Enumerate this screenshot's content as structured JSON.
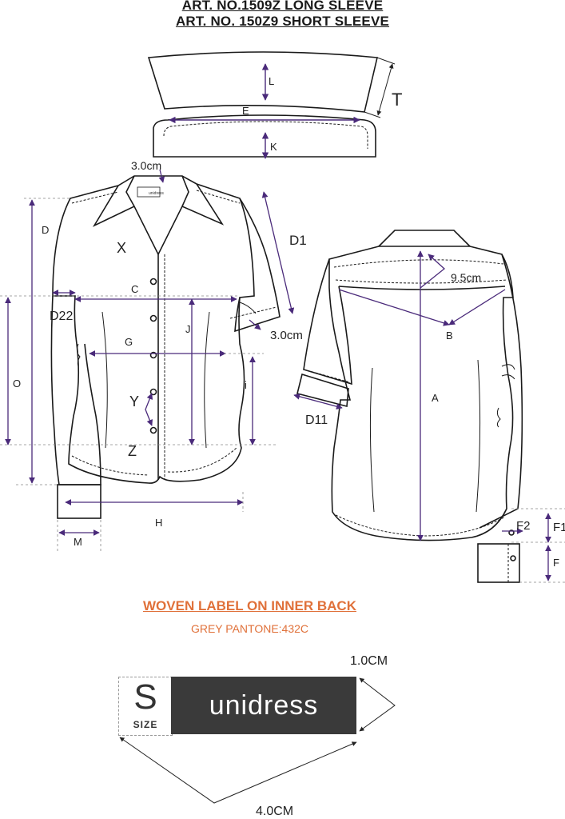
{
  "titles": {
    "line1": "ART. NO.1509Z LONG SLEEVE",
    "line2": "ART. NO. 150Z9 SHORT SLEEVE"
  },
  "points": {
    "L": "L",
    "E": "E",
    "T": "T",
    "K": "K",
    "cm30_top": "3.0cm",
    "D": "D",
    "X": "X",
    "C": "C",
    "D22": "D22",
    "D1": "D1",
    "cm30_sleeve": "3.0cm",
    "G": "G",
    "J": "J",
    "O": "O",
    "i": "i",
    "Y": "Y",
    "Z": "Z",
    "H": "H",
    "M": "M",
    "cm95": "9.5cm",
    "B": "B",
    "A": "A",
    "D11": "D11",
    "F1": "F1",
    "F2": "F2",
    "F": "F"
  },
  "collar_logo": "unidress",
  "woven": {
    "title": "WOVEN LABEL ON INNER  BACK",
    "subtitle": "GREY PANTONE:432C"
  },
  "label": {
    "size_letter": "S",
    "size_word": "SIZE",
    "brand": "unidress",
    "height_dim": "1.0CM",
    "width_dim": "4.0CM"
  },
  "colors": {
    "line": "#1a1a1a",
    "measure": "#4a2a7a",
    "accent": "#e0713a",
    "label_bg": "#3a3a3a"
  }
}
